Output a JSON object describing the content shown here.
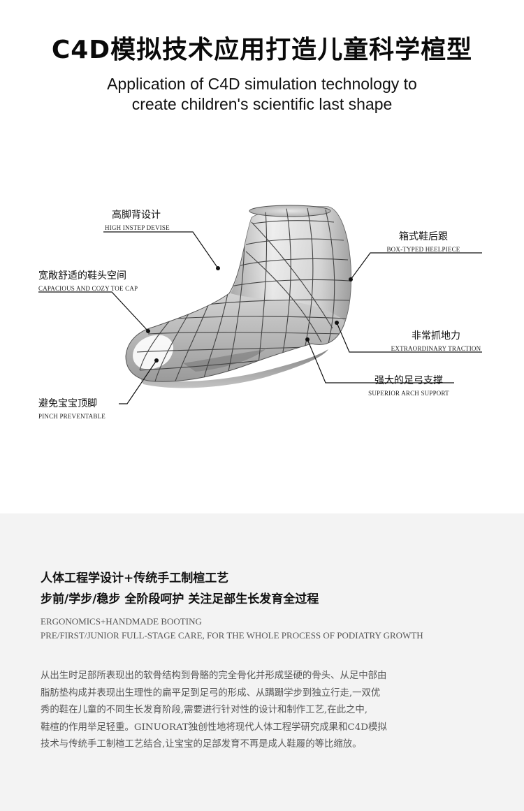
{
  "header": {
    "title": "C4D模拟技术应用打造儿童科学楦型",
    "subtitle_lines": [
      "Application of C4D simulation technology to",
      "create children's scientific last shape"
    ]
  },
  "callouts": {
    "high_instep": {
      "cn": "高脚背设计",
      "en": "HIGH INSTEP DEVISE"
    },
    "toe_cap": {
      "cn": "宽敞舒适的鞋头空间",
      "en": "CAPACIOUS AND COZY TOE CAP"
    },
    "pinch": {
      "cn": "避免宝宝顶脚",
      "en": "PINCH PREVENTABLE"
    },
    "heelpiece": {
      "cn": "箱式鞋后跟",
      "en": "BOX-TYPED HEELPIECE"
    },
    "traction": {
      "cn": "非常抓地力",
      "en": "EXTRAORDINARY TRACTION"
    },
    "arch": {
      "cn": "强大的足弓支撑",
      "en": "SUPERIOR ARCH SUPPORT"
    }
  },
  "feature": {
    "heading_line1": "人体工程学设计+传统手工制楦工艺",
    "heading_line2": "步前/学步/稳步 全阶段呵护 关注足部生长发育全过程",
    "english_line1": "ERGONOMICS+HANDMADE BOOTING",
    "english_line2": "PRE/FIRST/JUNIOR FULL-STAGE CARE, FOR THE WHOLE PROCESS OF PODIATRY GROWTH",
    "body_lines": [
      "从出生时足部所表现出的软骨结构到骨骼的完全骨化并形成坚硬的骨头、从足中部由",
      "脂肪垫构成并表现出生理性的扁平足到足弓的形成、从蹒跚学步到独立行走,一双优",
      "秀的鞋在儿童的不同生长发育阶段,需要进行针对性的设计和制作工艺,在此之中,",
      "鞋楦的作用举足轻重。GINUORAT独创性地将现代人体工程学研究成果和C4D模拟",
      "技术与传统手工制楦工艺结合,让宝宝的足部发育不再是成人鞋履的等比缩放。"
    ]
  }
}
